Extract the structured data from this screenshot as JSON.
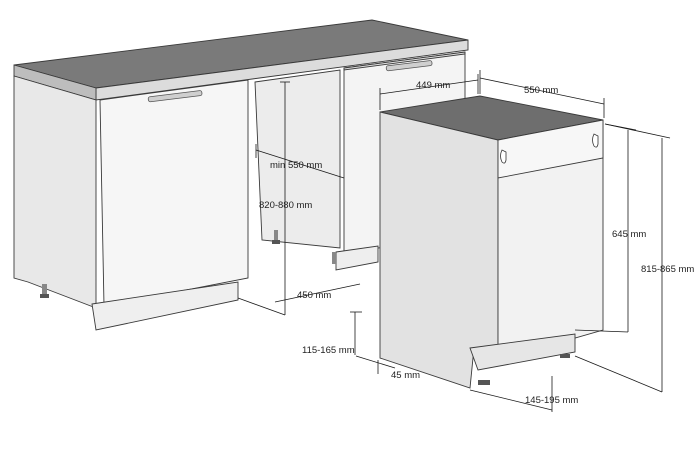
{
  "colors": {
    "countertop_top": "#7a7a7a",
    "countertop_front": "#dcdcdc",
    "cabinet_side": "#ececec",
    "cabinet_front": "#f4f4f4",
    "dishwasher_side": "#e4e4e4",
    "dishwasher_front": "#f2f2f2",
    "dishwasher_top": "#6e6e6e",
    "floor_plinth": "#e6e6e6",
    "dimension_line": "#1a1a1a"
  },
  "dimensions": {
    "niche_width": "449 mm",
    "appliance_depth": "550 mm",
    "min_depth": "min 550 mm",
    "niche_height": "820-880 mm",
    "niche_depth": "450 mm",
    "panel_height": "645 mm",
    "total_height": "815-865 mm",
    "plinth_height": "115-165 mm",
    "plinth_depth": "45 mm",
    "foot_depth": "145-195 mm"
  }
}
